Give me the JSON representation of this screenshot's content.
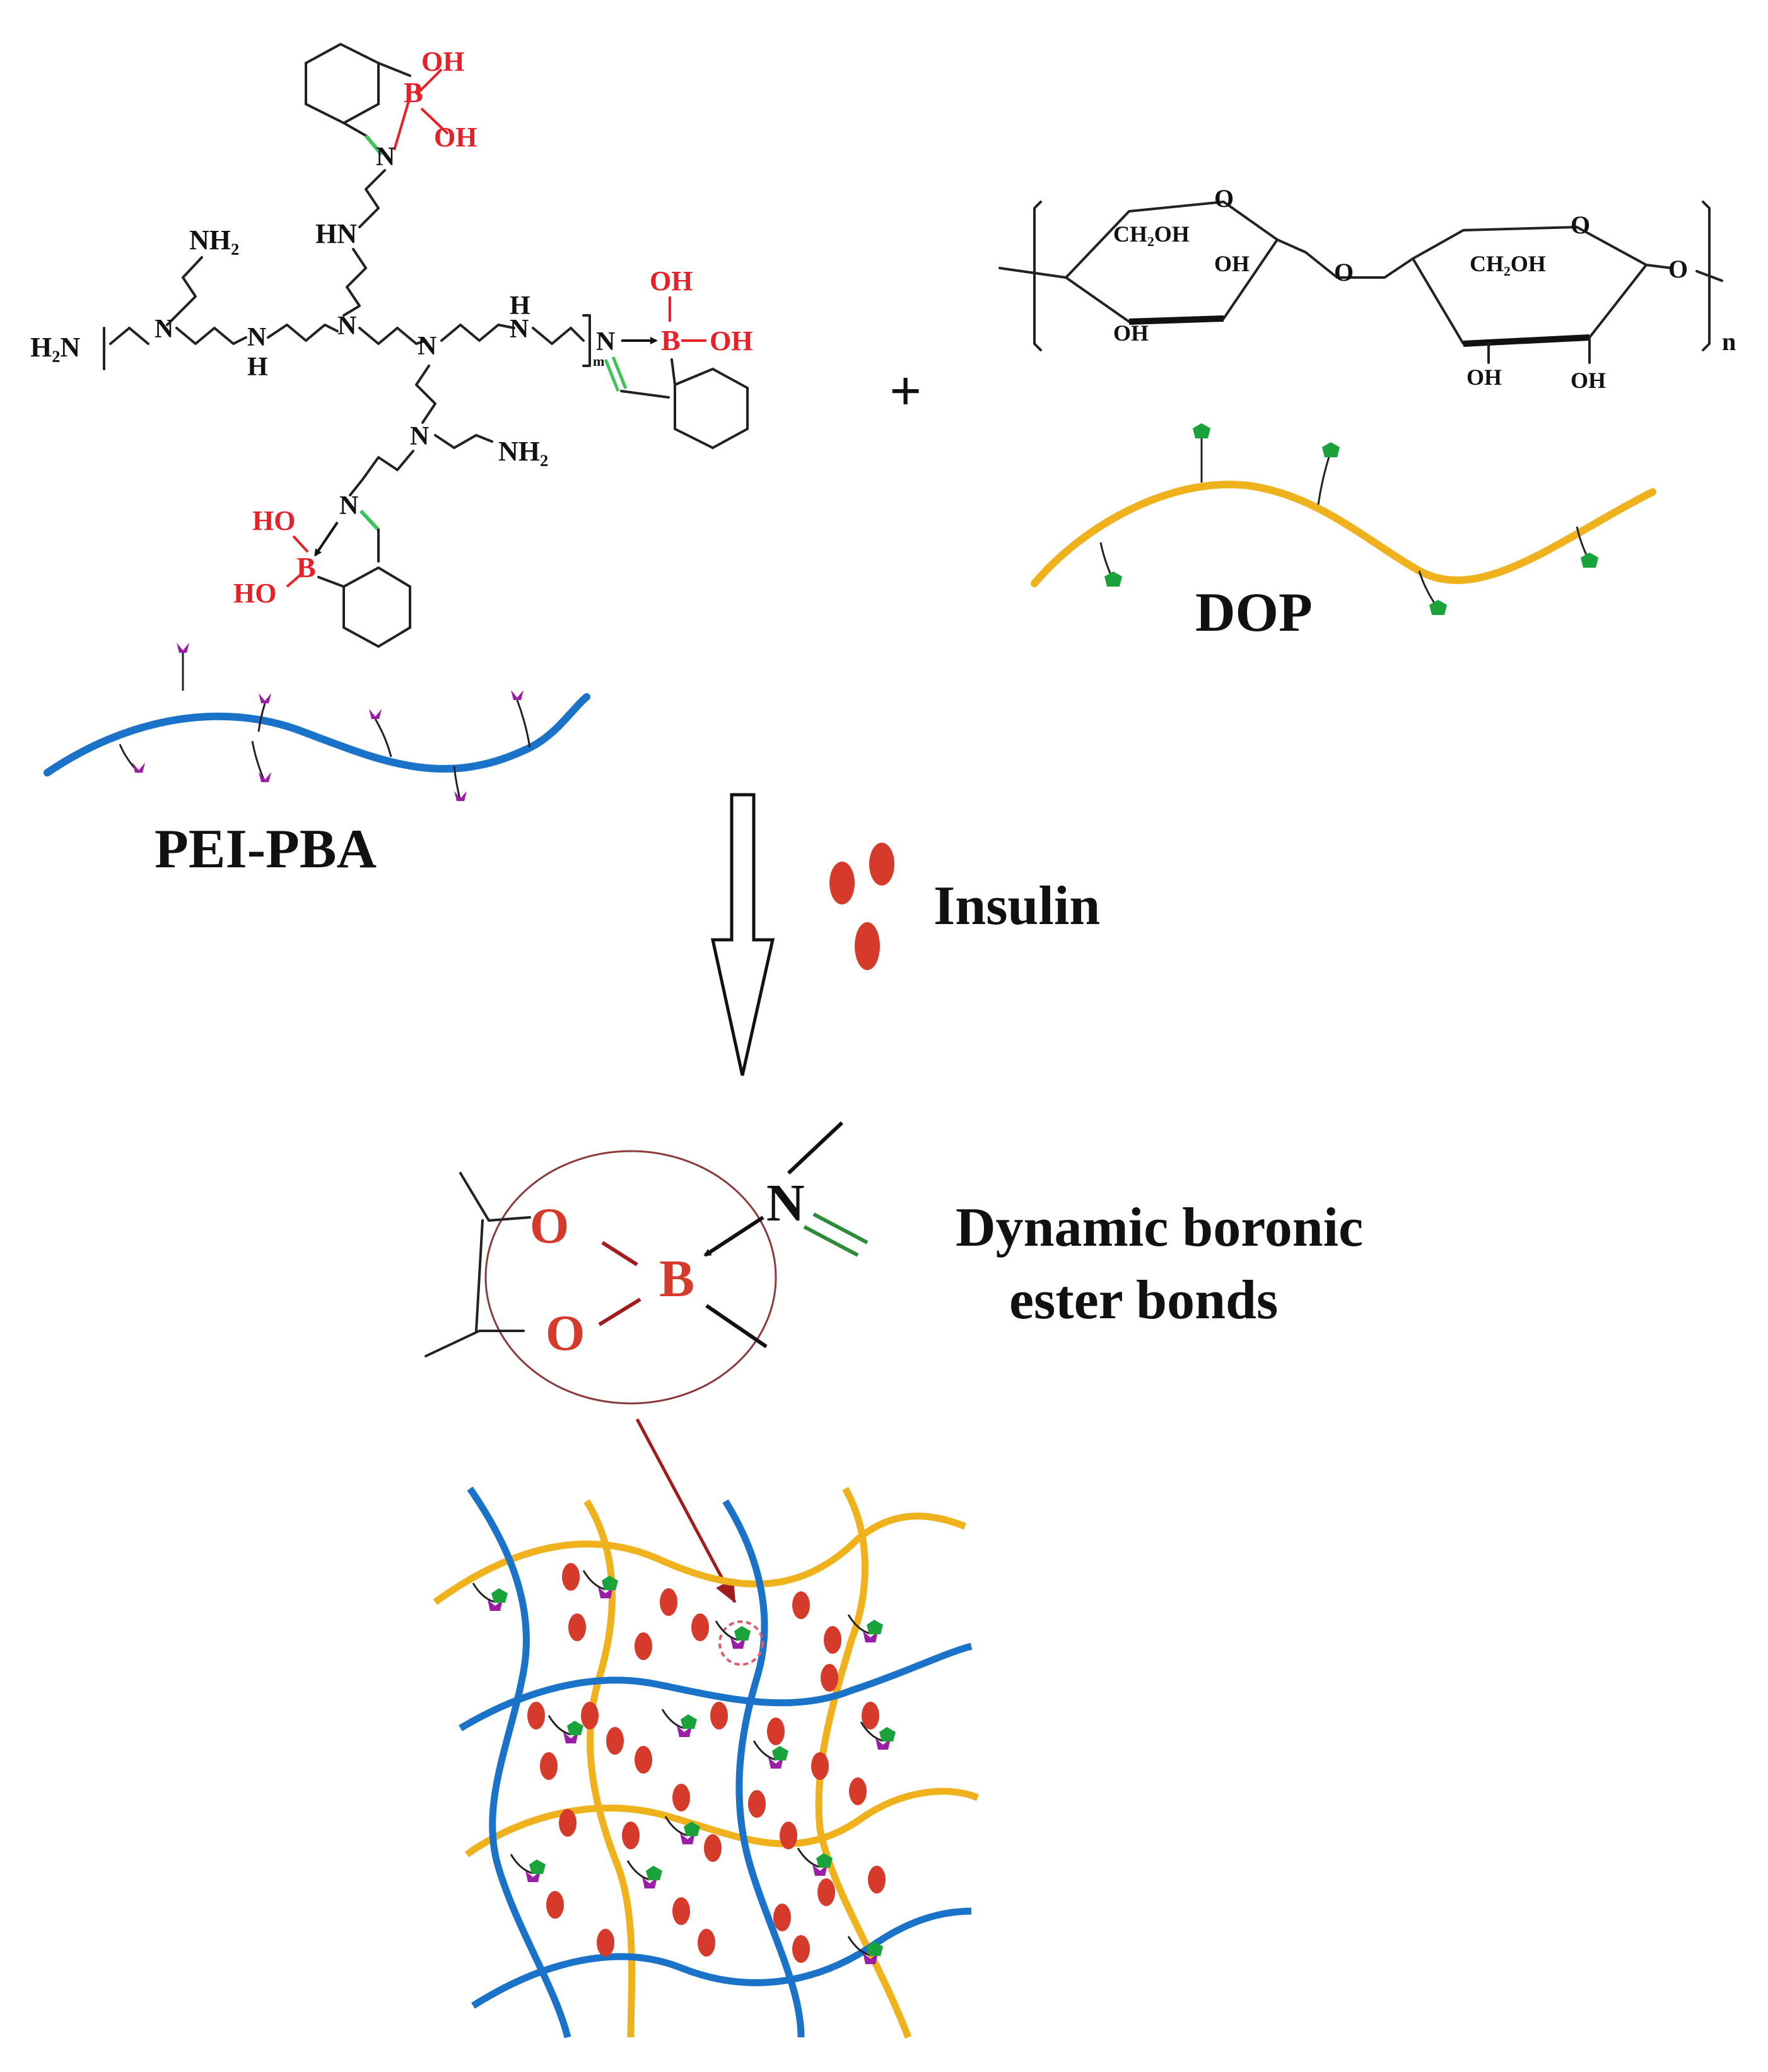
{
  "labels": {
    "pei_pba": "PEI-PBA",
    "dop": "DOP",
    "plus": "+",
    "insulin": "Insulin",
    "dynamic_line1": "Dynamic boronic",
    "dynamic_line2": "ester bonds"
  },
  "pei_pba_structure": {
    "terminal_amine": "H₂N",
    "nh2_top": "NH₂",
    "nh2_lower": "NH₂",
    "hn_upper": "HN",
    "n_atom": "N",
    "h_atom": "H",
    "boron": "B",
    "hydroxyl": "OH",
    "hydroxyl_left": "HO",
    "repeat_index": "m"
  },
  "dop_structure": {
    "ch2oh": "CH₂OH",
    "hydroxyl": "OH",
    "ring_oxygen": "O",
    "repeat_index": "n"
  },
  "bond_detail": {
    "o_top": "O",
    "o_bottom": "O",
    "boron": "B",
    "nitrogen": "N"
  },
  "colors": {
    "pei_chain": "#1a73c8",
    "dop_chain": "#f0b21c",
    "insulin": "#d63a2a",
    "pba_marker": "#9b1fa6",
    "dop_marker": "#1aa33a",
    "boronic_text": "#e8202a",
    "imine_bond": "#3fc25a",
    "bond_circle": "#8a3a3a",
    "pointer_arrow": "#a11c1c",
    "ink": "#111111"
  }
}
